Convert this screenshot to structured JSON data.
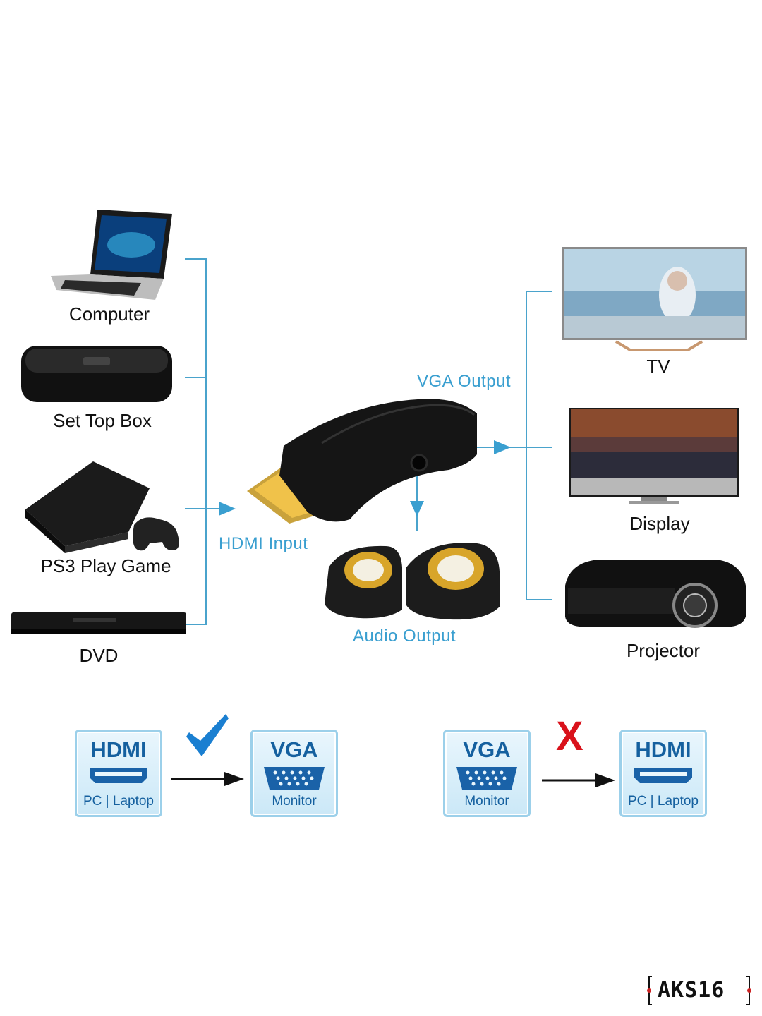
{
  "inputs": {
    "computer": "Computer",
    "set_top_box": "Set Top Box",
    "ps3": "PS3 Play Game",
    "dvd": "DVD"
  },
  "outputs": {
    "tv": "TV",
    "display": "Display",
    "projector": "Projector"
  },
  "flow": {
    "hdmi_input": "HDMI Input",
    "vga_output": "VGA Output",
    "audio_output": "Audio Output"
  },
  "compat": {
    "ok": {
      "from_title": "HDMI",
      "from_sub": "PC | Laptop",
      "to_title": "VGA",
      "to_sub": "Monitor"
    },
    "bad": {
      "from_title": "VGA",
      "from_sub": "Monitor",
      "to_title": "HDMI",
      "to_sub": "PC | Laptop",
      "mark": "X"
    }
  },
  "brand": "AKS16",
  "colors": {
    "line": "#4aa3cc",
    "label": "#3a9fd0",
    "badge_text": "#15609f",
    "cross": "#d9121b"
  }
}
